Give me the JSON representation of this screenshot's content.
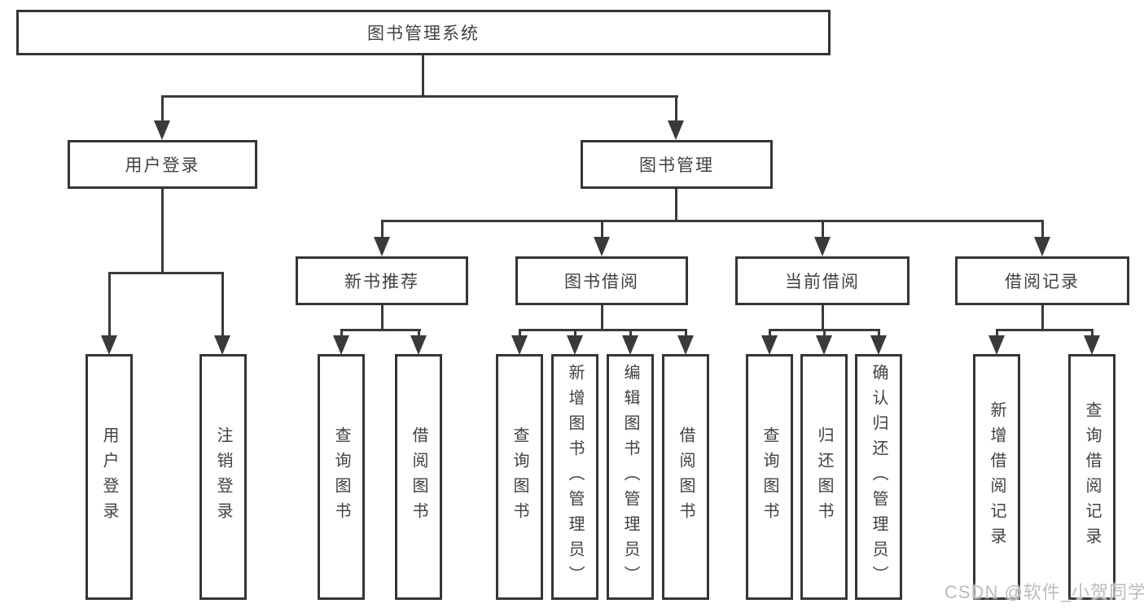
{
  "tree": {
    "label": "图书管理系统",
    "children": [
      {
        "label": "用户登录",
        "children": [
          {
            "label": "用户登录"
          },
          {
            "label": "注销登录"
          }
        ]
      },
      {
        "label": "图书管理",
        "children": [
          {
            "label": "新书推荐",
            "children": [
              {
                "label": "查询图书"
              },
              {
                "label": "借阅图书"
              }
            ]
          },
          {
            "label": "图书借阅",
            "children": [
              {
                "label": "查询图书"
              },
              {
                "label": "新增图书（管理员）"
              },
              {
                "label": "编辑图书（管理员）"
              },
              {
                "label": "借阅图书"
              }
            ]
          },
          {
            "label": "当前借阅",
            "children": [
              {
                "label": "查询图书"
              },
              {
                "label": "归还图书"
              },
              {
                "label": "确认归还（管理员）"
              }
            ]
          },
          {
            "label": "借阅记录",
            "children": [
              {
                "label": "新增借阅记录"
              },
              {
                "label": "查询借阅记录"
              }
            ]
          }
        ]
      }
    ]
  },
  "watermark": {
    "text": "CSDN @软件_小贺同学"
  },
  "colors": {
    "background": "#ffffff",
    "box_border": "#333538",
    "line": "#3a3a3c",
    "text": "#3f4145",
    "watermark": "#b9bcc0"
  }
}
